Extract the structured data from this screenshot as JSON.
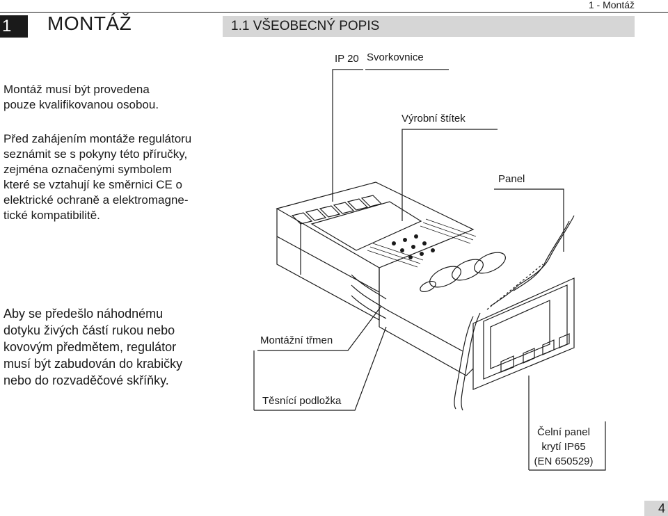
{
  "header": {
    "section_ref": "1 - Montáž",
    "chapter_number": "1",
    "chapter_title": "MONTÁŽ",
    "section_title": "1.1  VŠEOBECNÝ POPIS"
  },
  "paragraphs": {
    "qualified": "Montáž musí být provedena\npouze kvalifikovanou osobou.",
    "instructions": "Před zahájením montáže regulátoru\nseznámit se s pokyny této příručky,\nzejména označenými symbolem\nkteré se vztahují ke směrnici CE o\nelektrické ochraně a elektromagne-\ntické kompatibilitě.",
    "safety": "Aby se předešlo náhodnému\ndotyku živých částí rukou nebo\nkovovým předmětem, regulátor\nmusí být zabudován do krabičky\nnebo do rozvaděčové skříňky."
  },
  "diagram_labels": {
    "ip": "IP 20",
    "terminal_block": "Svorkovnice",
    "nameplate": "Výrobní štítek",
    "panel": "Panel",
    "mounting_clamp": "Montážní třmen",
    "gasket": "Těsnící podložka",
    "front_panel": "Čelní panel\nkrytí IP65\n(EN 650529)"
  },
  "page_number": "4"
}
